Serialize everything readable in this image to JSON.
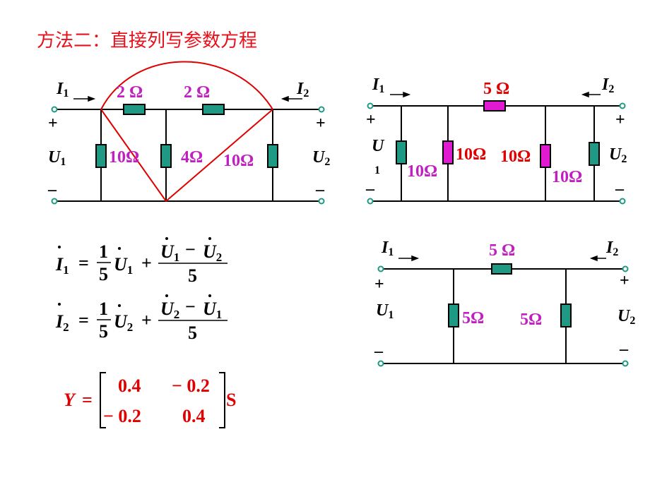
{
  "title": "方法二：直接列写参数方程",
  "colors": {
    "title": "#e8101a",
    "wire": "#000000",
    "resistor_green": "#1e9a84",
    "resistor_magenta": "#e01ad0",
    "label_magenta": "#c020c0",
    "label_red": "#e00000",
    "arc_red": "#e00000"
  },
  "circuit_left": {
    "port1": {
      "current": "I",
      "current_sub": "1",
      "plus": "+",
      "minus": "–",
      "voltage": "U",
      "voltage_sub": "1"
    },
    "port2": {
      "current": "I",
      "current_sub": "2",
      "plus": "+",
      "minus": "–",
      "voltage": "U",
      "voltage_sub": "2"
    },
    "series_left": "2 Ω",
    "series_right": "2 Ω",
    "shunt_left": "10Ω",
    "shunt_mid": "4Ω",
    "shunt_right": "10Ω"
  },
  "circuit_right_top": {
    "port1": {
      "current": "I",
      "current_sub": "1",
      "plus": "+",
      "minus": "–",
      "voltage": "U",
      "voltage_sub": "1"
    },
    "port2": {
      "current": "I",
      "current_sub": "2",
      "plus": "+",
      "minus": "–",
      "voltage": "U",
      "voltage_sub": "2"
    },
    "series": "5 Ω",
    "r_a": "10Ω",
    "r_b": "10Ω",
    "r_c": "10Ω",
    "r_d": "10Ω"
  },
  "circuit_right_bottom": {
    "port1": {
      "current": "I",
      "current_sub": "1",
      "plus": "+",
      "minus": "–",
      "voltage": "U",
      "voltage_sub": "1"
    },
    "port2": {
      "current": "I",
      "current_sub": "2",
      "plus": "+",
      "minus": "–",
      "voltage": "U",
      "voltage_sub": "2"
    },
    "series": "5 Ω",
    "shunt_left": "5Ω",
    "shunt_right": "5Ω"
  },
  "equations": {
    "eq1": {
      "lhs": "I",
      "lhs_sub": "1",
      "eq": "=",
      "num": "1",
      "den": "5",
      "term": "U",
      "term_sub": "1",
      "plus": "+",
      "frac_num_a": "U",
      "frac_num_a_sub": "1",
      "minus": "−",
      "frac_num_b": "U",
      "frac_num_b_sub": "2",
      "frac_den": "5"
    },
    "eq2": {
      "lhs": "I",
      "lhs_sub": "2",
      "eq": "=",
      "num": "1",
      "den": "5",
      "term": "U",
      "term_sub": "2",
      "plus": "+",
      "frac_num_a": "U",
      "frac_num_a_sub": "2",
      "minus": "−",
      "frac_num_b": "U",
      "frac_num_b_sub": "1",
      "frac_den": "5"
    }
  },
  "matrix": {
    "symbol": "Y",
    "eq": "=",
    "r1c1": "0.4",
    "r1c2": "− 0.2",
    "r2c1": "− 0.2",
    "r2c2": "0.4",
    "unit": "S"
  }
}
